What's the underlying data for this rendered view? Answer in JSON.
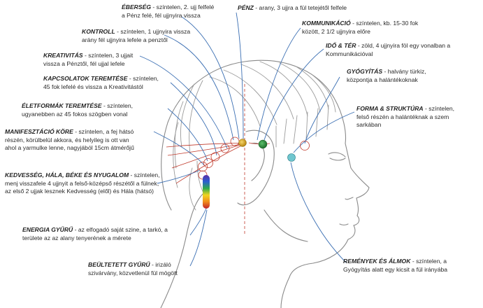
{
  "labels": {
    "eberseg": {
      "title": "ÉBERSÉG",
      "line1": " - színtelen, 2. ujj felfelé",
      "line2": "a Pénz felé, fél ujjnyira vissza"
    },
    "penz": {
      "title": "PÉNZ",
      "line1": " - arany, 3 ujjra a fül tetejétől felfele"
    },
    "kontroll": {
      "title": "KONTROLL",
      "line1": " - színtelen, 1 ujjnyira vissza",
      "line2": "arány fél ujjnyira lefele a penztől"
    },
    "kommunikacio": {
      "title": "KOMMUNIKÁCIÓ",
      "line1": " - színtelen, kb. 15-30 fok",
      "line2": "között, 2 1/2 ujjnyira előre"
    },
    "ido_ter": {
      "title": "IDŐ & TÉR",
      "line1": " - zöld, 4 ujjnyira föl egy vonalban a",
      "line2": "Kommunikációval"
    },
    "kreativitas": {
      "title": "KREATIVITÁS",
      "line1": " - színtelen, 3 ujjait",
      "line2": "vissza a Pénztől, fél ujjal lefele"
    },
    "gyogyitas": {
      "title": "GYÓGYÍTÁS",
      "line1": " - halvány türkiz,",
      "line2": "központja a halántékoknak"
    },
    "kapcsolatok": {
      "title": "KAPCSOLATOK TEREMTÉSE",
      "line1": " - színtelen,",
      "line2": "45 fok lefelé és vissza a Kreativitástól"
    },
    "eletformak": {
      "title": "ÉLETFORMÁK TEREMTÉSE",
      "line1": " - színtelen,",
      "line2": "ugyanebben az 45 fokos szögben vonal"
    },
    "forma": {
      "title": "FORMA & STRUKTÚRA",
      "line1": " - színtelen,",
      "line2": "felső részén a halántéknak a szem",
      "line3": "sarkában"
    },
    "manifesztacio": {
      "title": "MANIFESZTÁCIÓ KÖRE",
      "line1": " - színtelen, a fej hátsó",
      "line2": "részén, körülbelül akkora, és helyileg is ott van",
      "line3": "ahol a yarmulke lenne, nagyjából 15cm átmérőjű"
    },
    "kedvesseg": {
      "title": "KEDVESSÉG, HÁLA, BÉKE ÉS NYUGALOM",
      "line1": " - színtelen,",
      "line2": "menj visszafele 4 ujjnyit a felső-középső részétől a fülnek,",
      "line3": "az első 2 ujjak lesznek Kedvesség (elől) és Hála (hátsó)"
    },
    "energia": {
      "title": "ENERGIA GYŰRŰ",
      "line1": " - az elfogadó saját szine, a tarkó, a",
      "line2": "területe az az alany tenyerének a mérete"
    },
    "remenyek": {
      "title": "REMÉNYEK ÉS ÁLMOK",
      "line1": " - színtelen, a",
      "line2": "Gyógyítás alatt egy kicsit a fül irányába"
    },
    "beultetett": {
      "title": "BEÜLTETETT GYŰRŰ",
      "line1": " - irizáló",
      "line2": "szivárvány, közvetlenül fül mögött"
    }
  },
  "colors": {
    "line": "#3b6fb3",
    "sketch": "#8a8a8a",
    "guide": "#c0392b",
    "gold": "#d8a21c",
    "green": "#2e8b3e",
    "turquoise": "#6fc6cf"
  }
}
